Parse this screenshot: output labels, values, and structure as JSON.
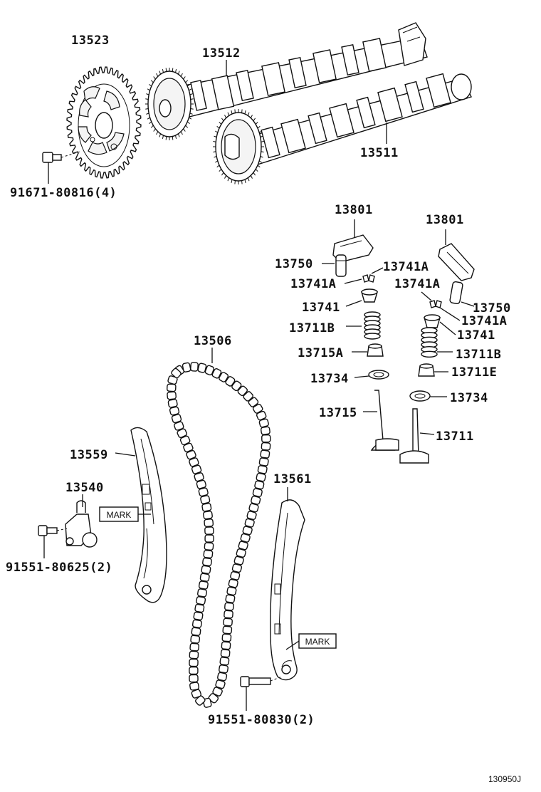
{
  "labels": {
    "p13523": "13523",
    "p13512": "13512",
    "p13511": "13511",
    "p91671": "91671-80816(4)",
    "p13801a": "13801",
    "p13801b": "13801",
    "p13750a": "13750",
    "p13741Aa": "13741A",
    "p13741Ab": "13741A",
    "p13741Ac": "13741A",
    "p13741Ad": "13741A",
    "p13741a": "13741",
    "p13741b": "13741",
    "p13711Ba": "13711B",
    "p13711Bb": "13711B",
    "p13715A": "13715A",
    "p13711E": "13711E",
    "p13734a": "13734",
    "p13734b": "13734",
    "p13715": "13715",
    "p13711": "13711",
    "p13750b": "13750",
    "p13506": "13506",
    "p13559": "13559",
    "p13540": "13540",
    "p13561": "13561",
    "p91551a": "91551-80625(2)",
    "p91551b": "91551-80830(2)"
  },
  "marks": {
    "left": "MARK",
    "right": "MARK"
  },
  "figure_code": "130950J"
}
